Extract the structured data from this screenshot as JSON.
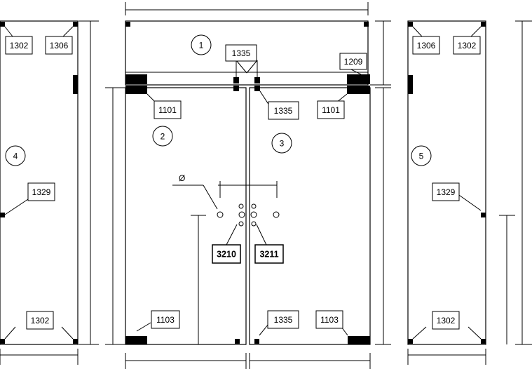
{
  "panels": [
    {
      "number": "1"
    },
    {
      "number": "2"
    },
    {
      "number": "3"
    },
    {
      "number": "4"
    },
    {
      "number": "5"
    }
  ],
  "part_labels": {
    "side_left_top_left": "1302",
    "side_left_top_right": "1306",
    "side_left_hinge": "1329",
    "side_left_bottom": "1302",
    "transom_center": "1335",
    "transom_right": "1209",
    "door_left_top": "1101",
    "door_right_center_top": "1335",
    "door_right_top": "1101",
    "door_left_bottom": "1103",
    "door_right_center_bottom": "1335",
    "door_right_bottom": "1103",
    "handle_left": "3210",
    "handle_right": "3211",
    "side_right_top_left": "1306",
    "side_right_top_right": "1302",
    "side_right_hinge": "1329",
    "side_right_bottom": "1302"
  },
  "symbols": {
    "diameter": "Ø"
  }
}
